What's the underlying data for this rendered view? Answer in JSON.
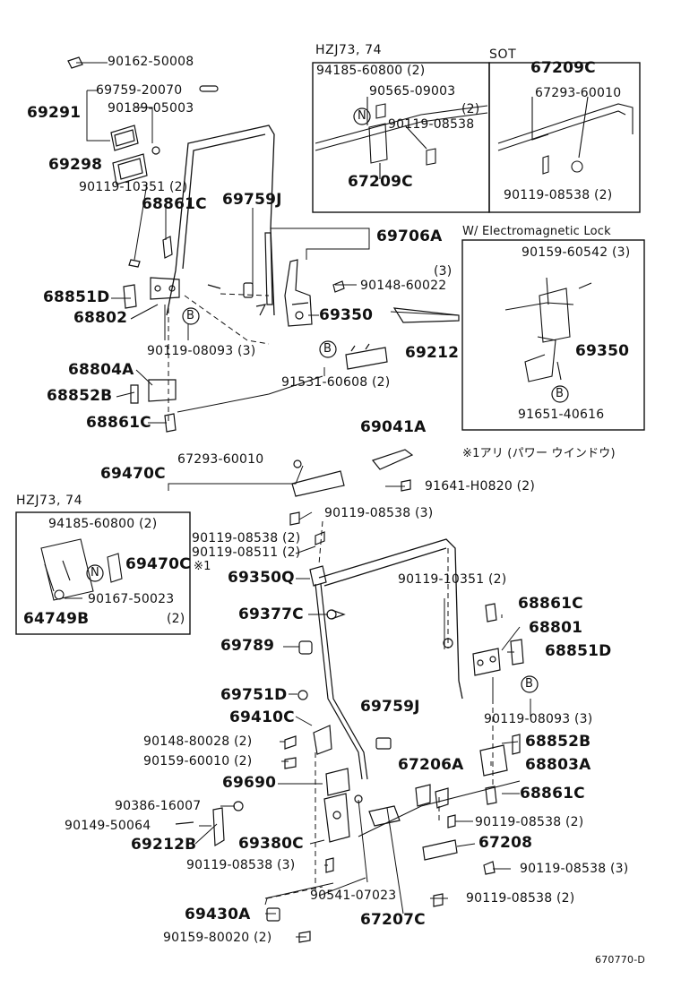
{
  "colors": {
    "ink": "#111111",
    "paper": "#ffffff"
  },
  "boxes": {
    "hzj_top": {
      "title": "HZJ73, 74"
    },
    "sot": {
      "title": "SOT"
    },
    "electro": {
      "title": "W/ Electromagnetic Lock"
    },
    "hzj_left": {
      "title": "HZJ73, 74"
    }
  },
  "parts": [
    {
      "text": "90162-50008"
    },
    {
      "text": "69759-20070"
    },
    {
      "text": "69291"
    },
    {
      "text": "90189-05003"
    },
    {
      "text": "69298"
    },
    {
      "text": "90119-10351 (2)"
    },
    {
      "text": "68861C"
    },
    {
      "text": "69759J"
    },
    {
      "text": "69706A"
    },
    {
      "text": "68851D"
    },
    {
      "text": "68802"
    },
    {
      "text": "90148-60022"
    },
    {
      "text": "(3)"
    },
    {
      "text": "69350"
    },
    {
      "text": "90119-08093 (3)"
    },
    {
      "text": "69212"
    },
    {
      "text": "68804A"
    },
    {
      "text": "68852B"
    },
    {
      "text": "91531-60608 (2)"
    },
    {
      "text": "68861C"
    },
    {
      "text": "94185-60800 (2)"
    },
    {
      "text": "90565-09003"
    },
    {
      "text": "(2)"
    },
    {
      "text": "90119-08538"
    },
    {
      "text": "67209C"
    },
    {
      "text": "67209C"
    },
    {
      "text": "67293-60010"
    },
    {
      "text": "90119-08538 (2)"
    },
    {
      "text": "90159-60542 (3)"
    },
    {
      "text": "69350"
    },
    {
      "text": "91651-40616"
    },
    {
      "text": "69041A"
    },
    {
      "text": "※1アリ (パワー ウインドウ)"
    },
    {
      "text": "69470C"
    },
    {
      "text": "67293-60010"
    },
    {
      "text": "91641-H0820 (2)"
    },
    {
      "text": "90119-08538 (3)"
    },
    {
      "text": "94185-60800 (2)"
    },
    {
      "text": "69470C"
    },
    {
      "text": "※1"
    },
    {
      "text": "90167-50023"
    },
    {
      "text": "(2)"
    },
    {
      "text": "64749B"
    },
    {
      "text": "90119-08538 (2)"
    },
    {
      "text": "90119-08511 (2)"
    },
    {
      "text": "69350Q"
    },
    {
      "text": "90119-10351 (2)"
    },
    {
      "text": "69377C"
    },
    {
      "text": "68861C"
    },
    {
      "text": "68801"
    },
    {
      "text": "69789"
    },
    {
      "text": "68851D"
    },
    {
      "text": "69751D"
    },
    {
      "text": "69410C"
    },
    {
      "text": "69759J"
    },
    {
      "text": "90119-08093 (3)"
    },
    {
      "text": "90148-80028 (2)"
    },
    {
      "text": "68852B"
    },
    {
      "text": "90159-60010 (2)"
    },
    {
      "text": "67206A"
    },
    {
      "text": "68803A"
    },
    {
      "text": "69690"
    },
    {
      "text": "68861C"
    },
    {
      "text": "90386-16007"
    },
    {
      "text": "90149-50064"
    },
    {
      "text": "90119-08538 (2)"
    },
    {
      "text": "69212B"
    },
    {
      "text": "69380C"
    },
    {
      "text": "67208"
    },
    {
      "text": "90119-08538 (3)"
    },
    {
      "text": "90119-08538 (3)"
    },
    {
      "text": "90541-07023"
    },
    {
      "text": "90119-08538 (2)"
    },
    {
      "text": "69430A"
    },
    {
      "text": "67207C"
    },
    {
      "text": "90159-80020 (2)"
    }
  ],
  "markers": [
    {
      "text": "B"
    },
    {
      "text": "B"
    },
    {
      "text": "N"
    },
    {
      "text": "B"
    },
    {
      "text": "N"
    },
    {
      "text": "B"
    }
  ],
  "figure_code": "670770-D"
}
